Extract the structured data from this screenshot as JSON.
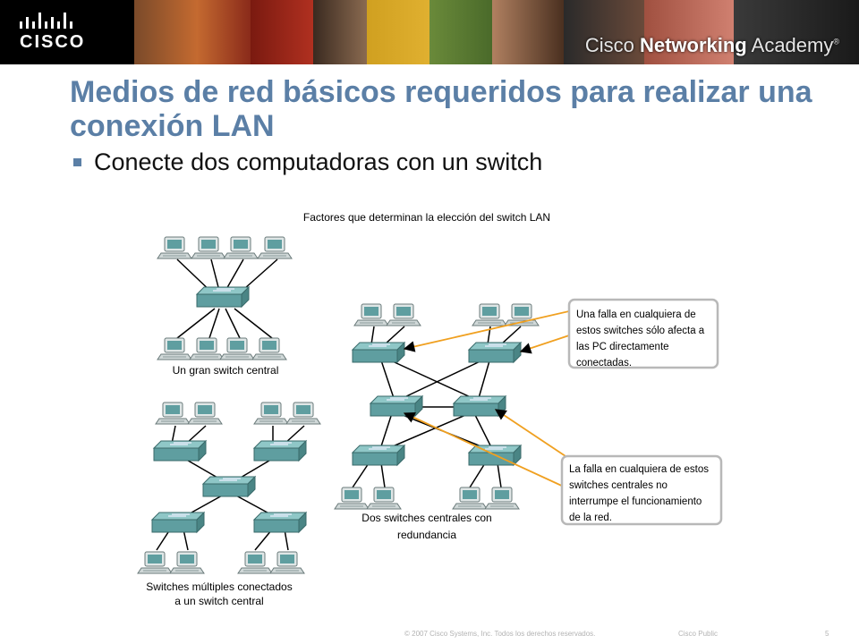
{
  "header": {
    "logo_text": "CISCO",
    "academy_part1": "Cisco ",
    "academy_part2": "Networking",
    "academy_part3": " Academy",
    "academy_mark": "®"
  },
  "slide": {
    "title": "Medios de red básicos requeridos para realizar una conexión LAN",
    "bullet": "Conecte dos computadoras con un switch"
  },
  "diagram": {
    "heading": "Factores que determinan la elección del switch LAN",
    "label_one_switch": "Un gran switch central",
    "label_multi_line1": "Switches múltiples conectados",
    "label_multi_line2": "a un switch central",
    "label_redundant_line1": "Dos switches centrales con",
    "label_redundant_line2": "redundancia",
    "callout_top": [
      "Una falla en cualquiera de",
      "estos switches sólo afecta a",
      "las PC directamente",
      "conectadas."
    ],
    "callout_bottom": [
      "La falla en cualquiera de estos",
      "switches centrales no",
      "interrumpe el funcionamiento",
      "de la red."
    ],
    "colors": {
      "device": "#5f9ea0",
      "arrow": "#f0a020",
      "line": "#000000"
    }
  },
  "footer": {
    "copyright": "© 2007 Cisco Systems, Inc. Todos los derechos reservados.",
    "classification": "Cisco Public",
    "page": "5"
  }
}
